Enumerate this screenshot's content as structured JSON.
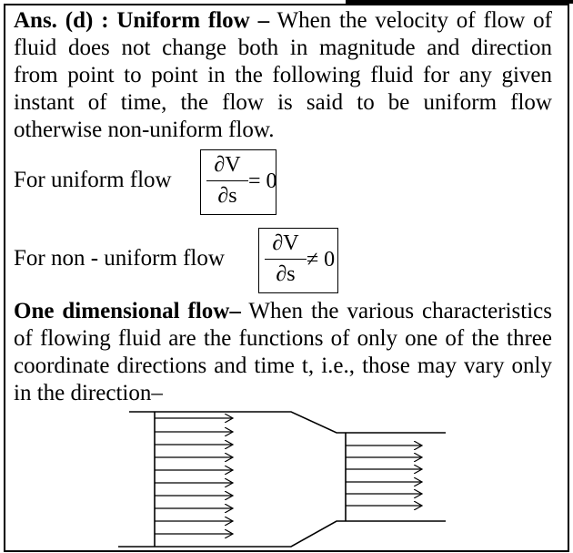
{
  "para1": {
    "lead": "Ans. (d) : Uniform flow –",
    "text": " When the velocity of flow of fluid does not change both in magnitude and direction from point to point in the following fluid for any given instant of time, the flow is said to be uniform flow otherwise non-uniform flow."
  },
  "eq_uniform": {
    "label": "For uniform flow",
    "numerator": "∂V",
    "denominator": "∂s",
    "rhs": "= 0"
  },
  "eq_nonuniform": {
    "label": "For non - uniform flow",
    "numerator": "∂V",
    "denominator": "∂s",
    "rhs": "≠ 0"
  },
  "para2": {
    "lead": "One dimensional flow–",
    "text": " When the various characteristics of flowing fluid are the functions of only one of the three coordinate directions and time t, i.e., those may vary only in the direction–"
  }
}
